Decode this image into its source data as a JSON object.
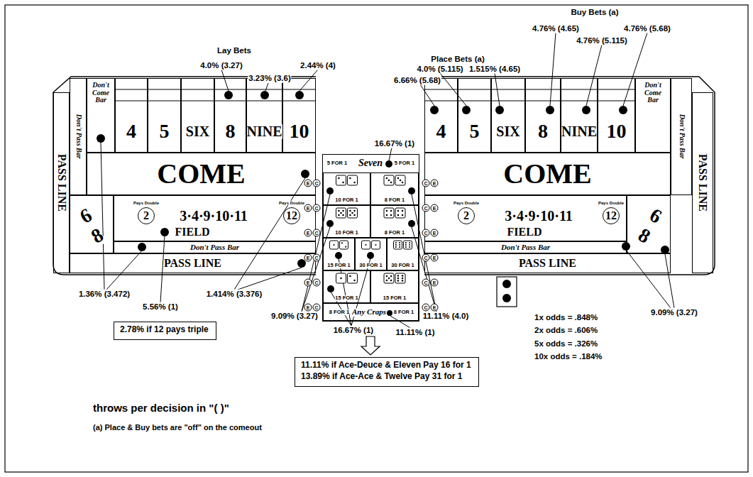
{
  "diagram": {
    "nodes": [
      {
        "text": [
          "Don't Come Bar"
        ]
      },
      {
        "text": [
          "4"
        ]
      },
      {
        "text": [
          "5"
        ]
      },
      {
        "text": [
          "SIX"
        ]
      },
      {
        "text": [
          "8"
        ]
      },
      {
        "text": [
          "NINE"
        ]
      },
      {
        "text": [
          "10"
        ]
      },
      {
        "text": [
          "COME"
        ]
      },
      {
        "text": [
          "Pays Double",
          "2",
          "3·4·9·10·11",
          "Pays Double",
          "12",
          "FIELD"
        ]
      },
      {
        "text": [
          "Don't Pass Bar"
        ]
      },
      {
        "text": [
          "PASS LINE"
        ]
      },
      {
        "text": [
          "PASS LINE"
        ]
      },
      {
        "text": [
          "Don't Pass Bar"
        ]
      },
      {
        "text": [
          "6",
          "8"
        ]
      },
      {
        "text": [
          "5 FOR 1",
          "Seven",
          "5 FOR 1"
        ]
      },
      {
        "text": [
          "10 FOR 1"
        ],
        "in": 14
      },
      {
        "text": [
          "8 FOR 1"
        ],
        "in": 14
      },
      {
        "text": [
          "10 FOR 1"
        ],
        "in": 14
      },
      {
        "text": [
          "8 FOR 1"
        ],
        "in": 14
      },
      {
        "text": [
          "15 FOR 1"
        ],
        "in": 14
      },
      {
        "text": [
          "30 FOR 1"
        ],
        "in": 14
      },
      {
        "text": [
          "30 FOR 1"
        ],
        "in": 14
      },
      {
        "text": [
          "15 FOR 1"
        ],
        "in": 14
      },
      {
        "text": [
          "15 FOR 1"
        ],
        "in": 14
      },
      {
        "text": [
          "8 FOR 1",
          "Any Craps",
          "8 FOR 1"
        ],
        "in": 14
      },
      {
        "text": [
          "4"
        ]
      },
      {
        "text": [
          "5"
        ]
      },
      {
        "text": [
          "SIX"
        ]
      },
      {
        "text": [
          "8"
        ]
      },
      {
        "text": [
          "NINE"
        ]
      },
      {
        "text": [
          "10"
        ]
      },
      {
        "text": [
          "Don't Come Bar"
        ]
      },
      {
        "text": [
          "COME"
        ]
      },
      {
        "text": [
          "Pays Double",
          "2",
          "3·4·9·10·11",
          "Pays Double",
          "12",
          "FIELD"
        ]
      },
      {
        "text": [
          "Don't Pass Bar"
        ]
      },
      {
        "text": [
          "PASS LINE"
        ]
      },
      {
        "text": [
          "6",
          "8"
        ]
      },
      {
        "text": [
          "Don't Pass Bar"
        ]
      },
      {
        "text": [
          "PASS LINE"
        ]
      },
      {
        "text": [
          "2.78% if 12 pays triple"
        ]
      },
      {
        "text": [
          "11.11% if Ace-Deuce & Eleven Pay 16 for 1",
          "13.89% if Ace-Ace & Twelve Pay 31 for 1"
        ]
      }
    ],
    "labels": [
      "Lay Bets",
      "4.0% (3.27)",
      "3.23% (3.6)",
      "2.44% (4)",
      "Buy Bets (a)",
      "4.76% (4.65)",
      "4.76% (5.68)",
      "4.76% (5.115)",
      "Place Bets (a)",
      "6.66% (5.68)",
      "4.0% (5.115)",
      "1.515% (4.65)",
      "16.67% (1)",
      "9.09% (3.27)",
      "16.67% (1)",
      "11.11% (4.0)",
      "11.11% (1)",
      "1.36% (3.472)",
      "5.56% (1)",
      "1.414% (3.376)",
      "9.09% (3.27)",
      "1x odds = .848%",
      "2x odds = .606%",
      "5x odds = .326%",
      "10x odds = .184%",
      "throws per decision in \"( )\"",
      "(a) Place & Buy bets are \"off\" on the comeout",
      "E",
      "C",
      "E",
      "C",
      "E",
      "C",
      "E",
      "C",
      "E",
      "C",
      "E",
      "C",
      "C",
      "E",
      "C",
      "E",
      "C",
      "E",
      "C",
      "E",
      "C",
      "E",
      "C",
      "E"
    ]
  }
}
